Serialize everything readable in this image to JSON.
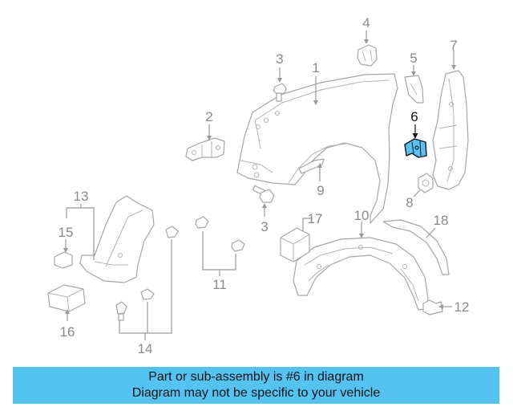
{
  "callouts": {
    "c1": "1",
    "c2": "2",
    "c3a": "3",
    "c3b": "3",
    "c4": "4",
    "c5": "5",
    "c6": "6",
    "c7": "7",
    "c8": "8",
    "c9": "9",
    "c10": "10",
    "c11": "11",
    "c12": "12",
    "c13": "13",
    "c14": "14",
    "c15": "15",
    "c16": "16",
    "c17": "17",
    "c18": "18"
  },
  "highlight": {
    "part": "6",
    "color": "#55c3f2"
  },
  "banner": {
    "line1": "Part or sub-assembly is #6 in diagram",
    "line2": "Diagram may not be specific to your vehicle",
    "color": "#55c3f2"
  }
}
